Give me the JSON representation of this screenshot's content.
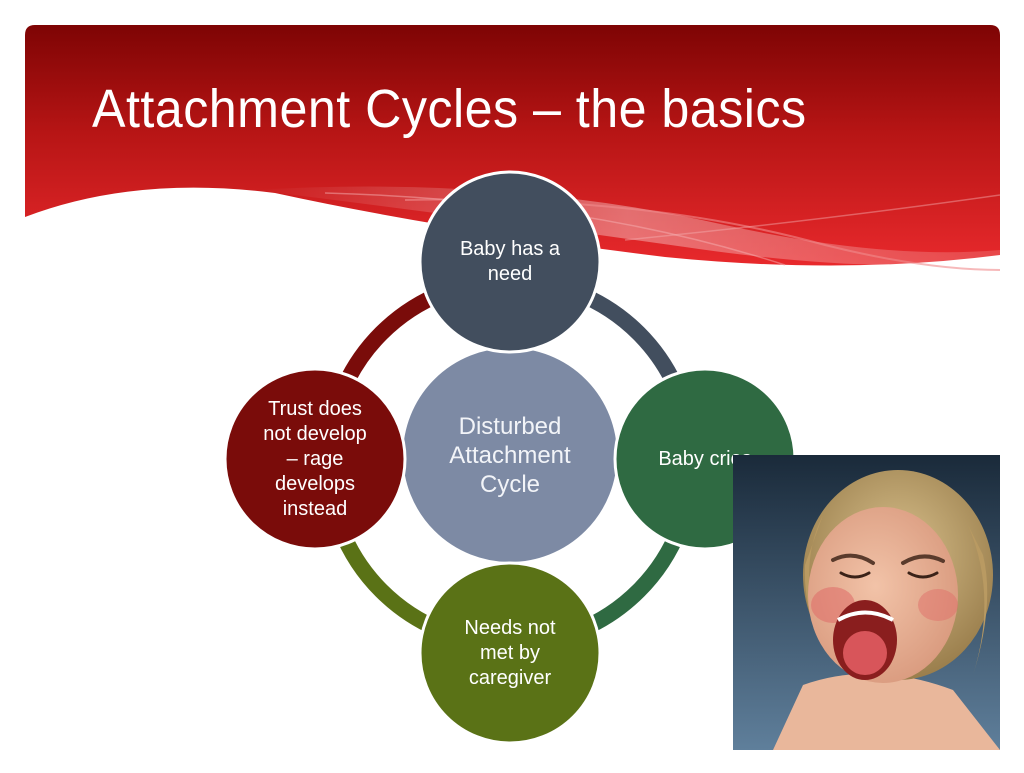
{
  "slide": {
    "title": "Attachment Cycles – the basics"
  },
  "diagram": {
    "center": {
      "label": "Disturbed\nAttachment\nCycle",
      "color": "#7d8aa4"
    },
    "nodes": [
      {
        "id": "top",
        "label": "Baby has a\nneed",
        "color": "#424e5e"
      },
      {
        "id": "right",
        "label": "Baby cries",
        "color": "#2f6a42"
      },
      {
        "id": "bottom",
        "label": "Needs not\nmet by\ncaregiver",
        "color": "#5a7216"
      },
      {
        "id": "left",
        "label": "Trust does\nnot develop\n– rage\ndevelops\ninstead",
        "color": "#7a0c0a"
      }
    ],
    "arc_colors": [
      "#424e5e",
      "#2f6a42",
      "#5a7216",
      "#7a0c0a"
    ]
  },
  "theme": {
    "header_dark": "#8c0c0c",
    "header_light": "#e0282b"
  },
  "photo": {
    "subject": "crying-child"
  }
}
